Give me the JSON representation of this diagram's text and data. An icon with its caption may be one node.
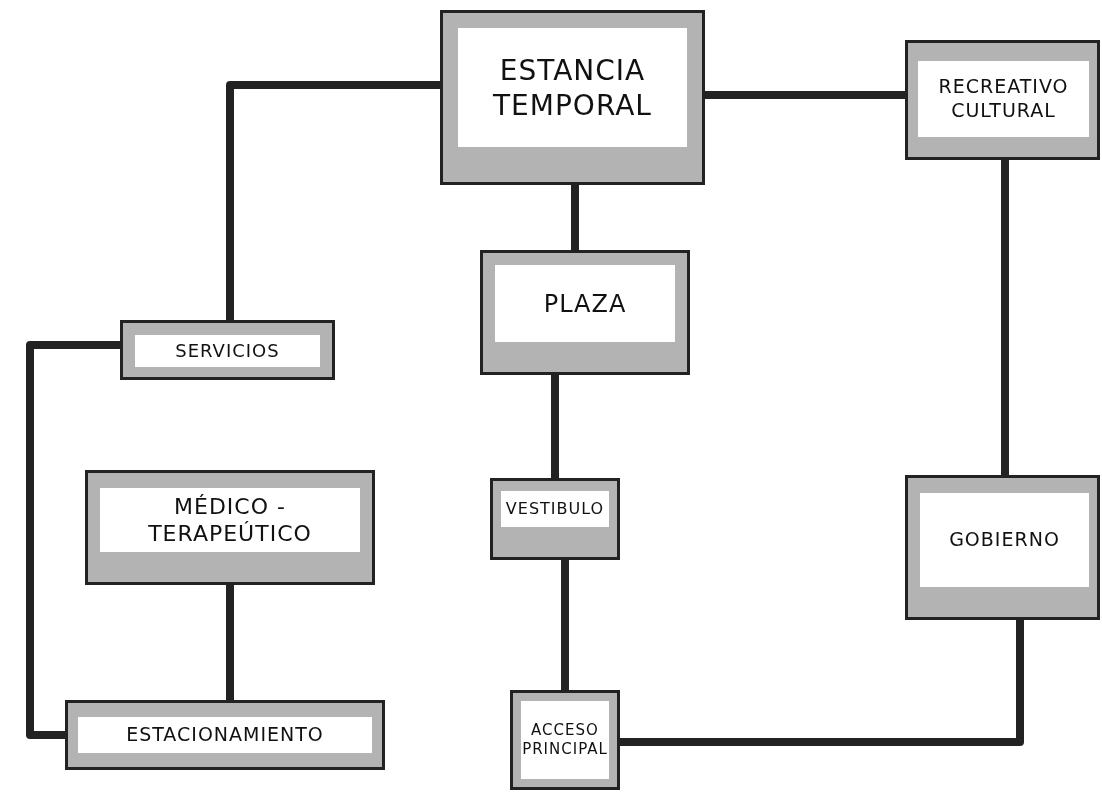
{
  "diagram": {
    "nodes": [
      {
        "text": [
          "ESTANCIA TEMPORAL"
        ]
      },
      {
        "text": [
          "RECREATIVO CULTURAL"
        ]
      },
      {
        "text": [
          "SERVICIOS"
        ]
      },
      {
        "text": [
          "PLAZA"
        ]
      },
      {
        "text": [
          "MÉDICO - TERAPEÚTICO"
        ]
      },
      {
        "text": [
          "VESTIBULO"
        ]
      },
      {
        "text": [
          "GOBIERNO"
        ]
      },
      {
        "text": [
          "ESTACIONAMIENTO"
        ]
      },
      {
        "text": [
          "ACCESO PRINCIPAL"
        ]
      }
    ],
    "edges": [
      {
        "from": 0,
        "to": 2,
        "arrow": "none"
      },
      {
        "from": 0,
        "to": 1,
        "arrow": "none"
      },
      {
        "from": 0,
        "to": 3,
        "arrow": "none"
      },
      {
        "from": 2,
        "to": 7,
        "arrow": "none"
      },
      {
        "from": 3,
        "to": 5,
        "arrow": "none"
      },
      {
        "from": 4,
        "to": 7,
        "arrow": "none"
      },
      {
        "from": 5,
        "to": 8,
        "arrow": "none"
      },
      {
        "from": 1,
        "to": 6,
        "arrow": "none"
      },
      {
        "from": 6,
        "to": 8,
        "arrow": "none"
      }
    ]
  }
}
